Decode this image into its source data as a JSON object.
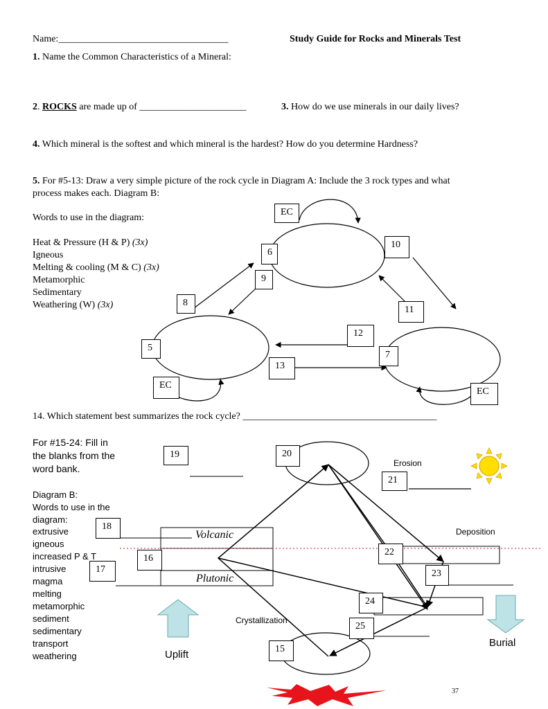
{
  "header": {
    "name_label": "Name:___________________________________",
    "title": "Study Guide for Rocks and Minerals Test"
  },
  "questions": {
    "q1_num": "1.",
    "q1_text": " Name the Common Characteristics of a Mineral:",
    "q2_num": "2",
    "q2_dot": ".",
    "q2_keyword": "ROCKS",
    "q2_text": " are made up of ______________________",
    "q3_num": "3.",
    "q3_text": " How do we use minerals in our daily lives?",
    "q4_num": "4.",
    "q4_text": " Which mineral is the softest and which mineral is the hardest?  How do you determine Hardness?",
    "q5_num": "5.",
    "q5_line1": " For #5-13: Draw a very simple picture of the rock cycle in Diagram A:  Include the 3 rock types and what",
    "q5_line2": "process makes each. Diagram B:",
    "q14_text": "14.  Which statement best summarizes the rock cycle? ________________________________________"
  },
  "word_list_a": {
    "heading": "Words to use in the diagram:",
    "items": [
      {
        "text": "Heat & Pressure (H & P) ",
        "note": "(3x)"
      },
      {
        "text": "Igneous",
        "note": ""
      },
      {
        "text": "Melting & cooling (M & C) ",
        "note": "(3x)"
      },
      {
        "text": "Metamorphic",
        "note": ""
      },
      {
        "text": "Sedimentary",
        "note": ""
      },
      {
        "text": "Weathering (W) ",
        "note": "(3x)"
      }
    ]
  },
  "diagram_a": {
    "ec_top": "EC",
    "ec_left": "EC",
    "ec_right": "EC",
    "boxes": [
      "5",
      "6",
      "7",
      "8",
      "9",
      "10",
      "11",
      "12",
      "13"
    ]
  },
  "section_b": {
    "intro_line1": "For #15-24: Fill in",
    "intro_line2": "the blanks from the",
    "intro_line3": "word bank.",
    "diagram_label": "Diagram B:",
    "words_heading_1": "Words to use in the",
    "words_heading_2": "diagram:",
    "words": [
      "extrusive",
      "igneous",
      "increased P & T",
      "intrusive",
      "magma",
      "melting",
      "metamorphic",
      "sediment",
      "sedimentary",
      "transport",
      "weathering"
    ],
    "boxes": [
      "15",
      "16",
      "17",
      "18",
      "19",
      "20",
      "21",
      "22",
      "23",
      "24",
      "25"
    ],
    "volcanic": "Volcanic",
    "plutonic": "Plutonic",
    "erosion": "Erosion",
    "deposition": "Deposition",
    "crystallization": "Crystallization",
    "uplift": "Uplift",
    "burial": "Burial"
  },
  "footer": {
    "page_number": "37"
  },
  "colors": {
    "sun": "#ffde00",
    "arrow_fill": "#bde3e6",
    "star": "#e8141b",
    "deposition_line": "#c0504d"
  }
}
